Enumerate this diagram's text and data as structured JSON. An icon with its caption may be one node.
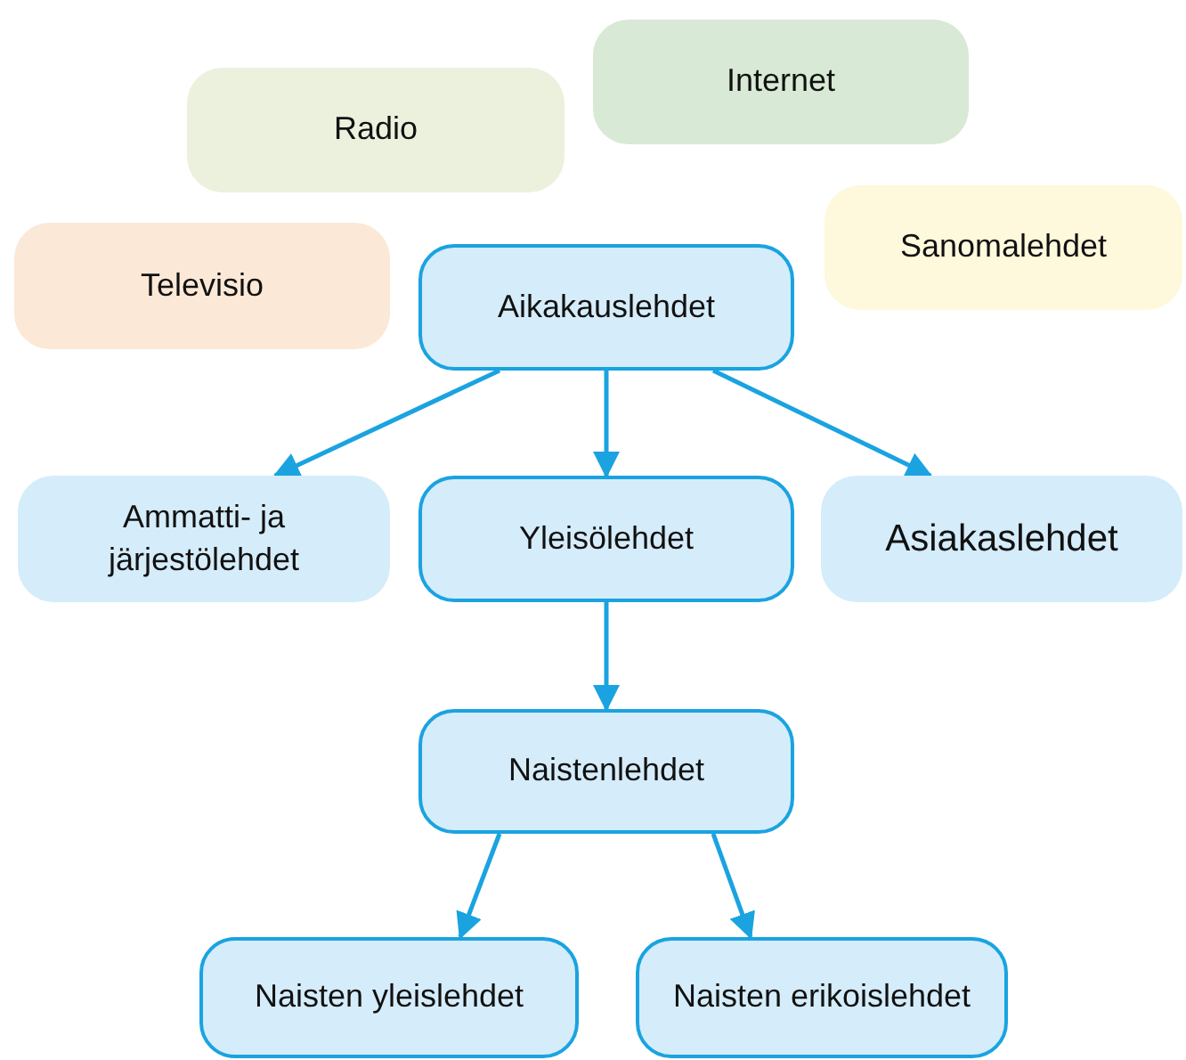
{
  "diagram": {
    "nodes": [
      {
        "text": [
          "Internet"
        ]
      },
      {
        "text": [
          "Radio"
        ]
      },
      {
        "text": [
          "Sanomalehdet"
        ]
      },
      {
        "text": [
          "Televisio"
        ]
      },
      {
        "text": [
          "Aikakauslehdet"
        ]
      },
      {
        "text": [
          "Ammatti- ja järjestölehdet"
        ]
      },
      {
        "text": [
          "Yleisölehdet"
        ]
      },
      {
        "text": [
          "Asiakaslehdet"
        ]
      },
      {
        "text": [
          "Naistenlehdet"
        ]
      },
      {
        "text": [
          "Naisten yleislehdet"
        ]
      },
      {
        "text": [
          "Naisten erikoislehdet"
        ]
      }
    ],
    "edges": [
      {
        "from": 4,
        "to": 5,
        "arrow": "to"
      },
      {
        "from": 4,
        "to": 6,
        "arrow": "to"
      },
      {
        "from": 4,
        "to": 7,
        "arrow": "to"
      },
      {
        "from": 6,
        "to": 8,
        "arrow": "to"
      },
      {
        "from": 8,
        "to": 9,
        "arrow": "to"
      },
      {
        "from": 8,
        "to": 10,
        "arrow": "to"
      }
    ]
  }
}
